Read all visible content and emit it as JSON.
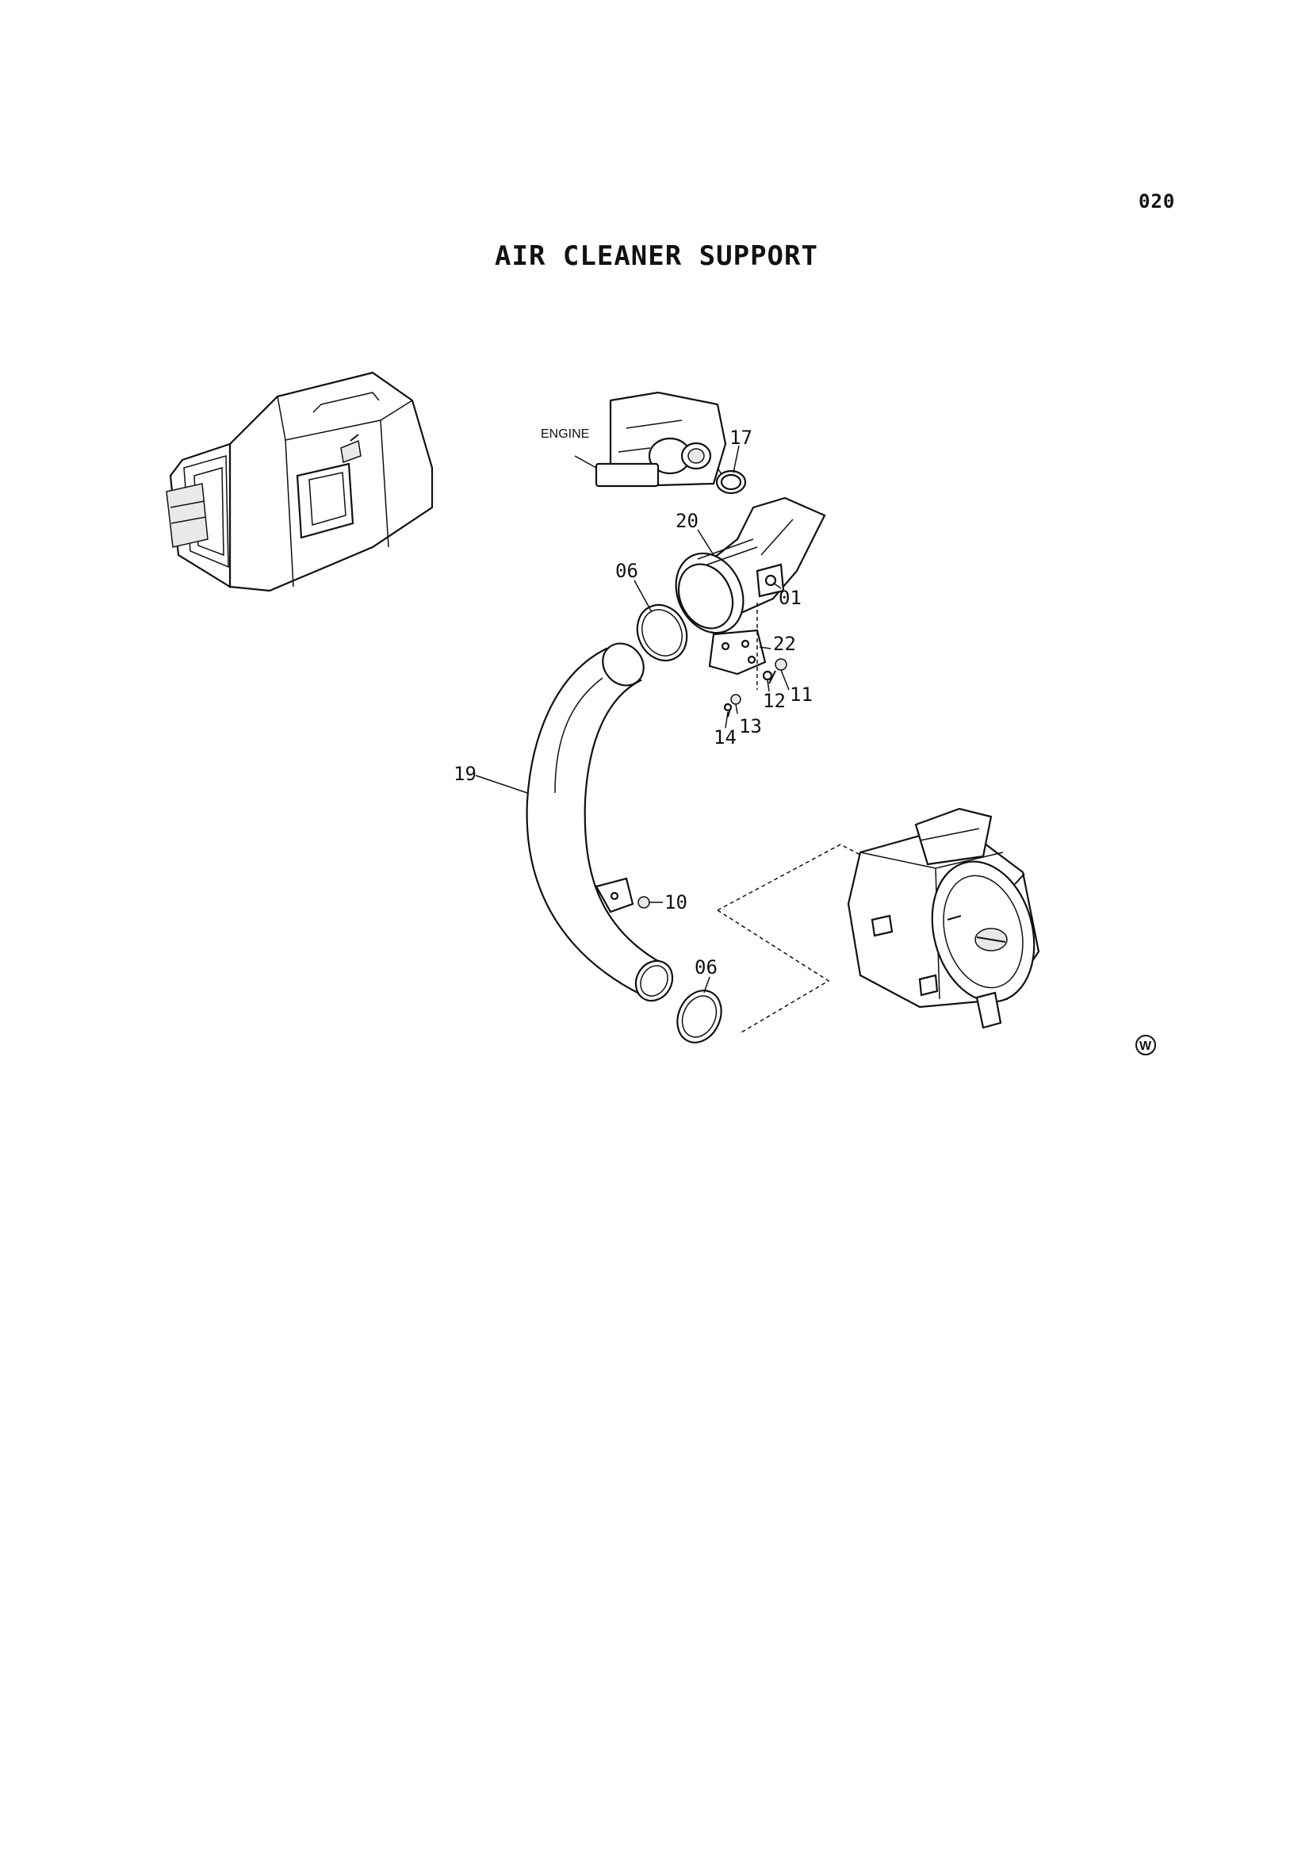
{
  "page_number": "020",
  "title": "AIR CLEANER SUPPORT",
  "engine_label": "ENGINE",
  "callouts": {
    "p17": "17",
    "p20": "20",
    "p06_top": "06",
    "p01": "01",
    "p22": "22",
    "p12": "12",
    "p11": "11",
    "p14": "14",
    "p13": "13",
    "p19": "19",
    "p10": "10",
    "p06_bottom": "06"
  },
  "mark": "W"
}
